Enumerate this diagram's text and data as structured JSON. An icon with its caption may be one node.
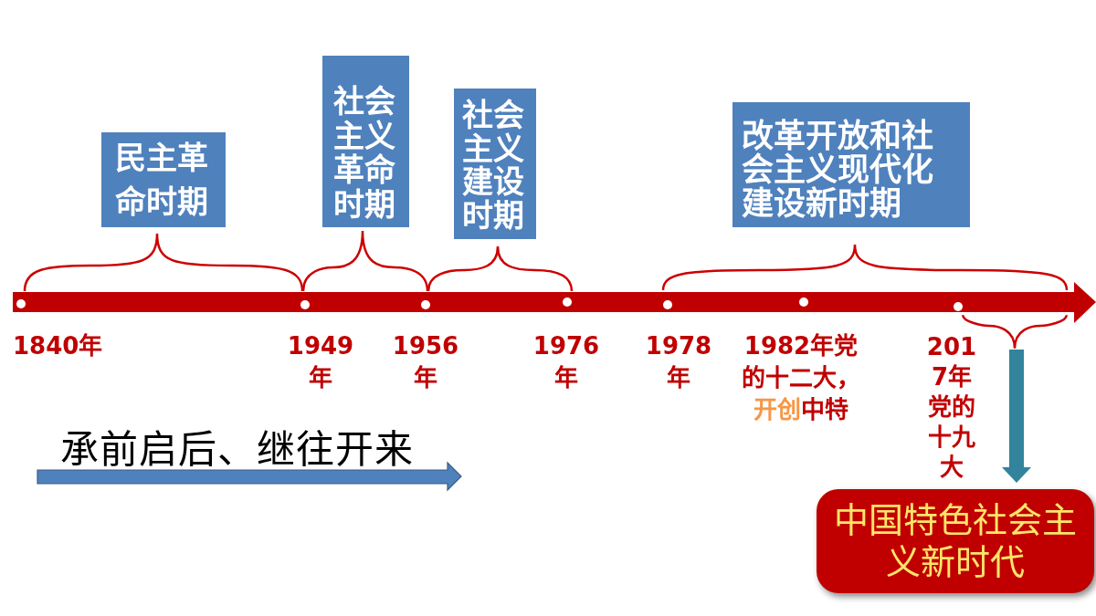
{
  "diagram": {
    "nodes": [
      {
        "text": [
          "民主革命时期"
        ]
      },
      {
        "text": [
          "社会主义革命时期"
        ]
      },
      {
        "text": [
          "社会主义建设时期"
        ]
      },
      {
        "text": [
          "改革开放和社会主义现代化建设新时期"
        ]
      },
      {
        "text": [],
        "shape": "bracket"
      },
      {
        "text": [
          "中国特色社会主义新时代"
        ]
      }
    ],
    "edges": [
      {
        "from": 4,
        "to": 5,
        "arrow": "to"
      }
    ],
    "labels": [
      "1840年",
      "1949年",
      "1956年",
      "1976年",
      "1978年",
      "1982年党的十二大，**开创**中特",
      "2017年党的十九大",
      "承前启后、继往开来"
    ]
  }
}
